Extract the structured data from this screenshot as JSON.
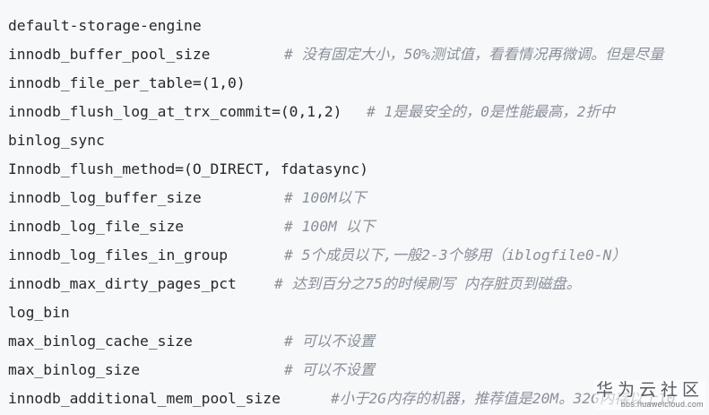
{
  "code_lines": [
    {
      "code": "default-storage-engine",
      "comment": ""
    },
    {
      "code": "innodb_buffer_pool_size",
      "comment": "# 没有固定大小，50%测试值，看看情况再微调。但是尽量"
    },
    {
      "code": "innodb_file_per_table=(1,0)",
      "comment": ""
    },
    {
      "code": "innodb_flush_log_at_trx_commit=(0,1,2)",
      "comment": "# 1是最安全的，0是性能最高，2折中"
    },
    {
      "code": "binlog_sync",
      "comment": ""
    },
    {
      "code": "Innodb_flush_method=(O_DIRECT, fdatasync)",
      "comment": ""
    },
    {
      "code": "innodb_log_buffer_size",
      "comment": "# 100M以下"
    },
    {
      "code": "innodb_log_file_size",
      "comment": "# 100M 以下"
    },
    {
      "code": "innodb_log_files_in_group",
      "comment": "# 5个成员以下,一般2-3个够用（iblogfile0-N）"
    },
    {
      "code": "innodb_max_dirty_pages_pct",
      "comment": "# 达到百分之75的时候刷写 内存脏页到磁盘。"
    },
    {
      "code": "log_bin",
      "comment": ""
    },
    {
      "code": "max_binlog_cache_size",
      "comment": "# 可以不设置"
    },
    {
      "code": "max_binlog_size",
      "comment": "# 可以不设置"
    },
    {
      "code": "innodb_additional_mem_pool_size",
      "comment": "#小于2G内存的机器，推荐值是20M。32G内存以上10"
    }
  ],
  "watermark": {
    "brand": "华为云社区",
    "url": "bbs.huaweicloud.com"
  },
  "colors": {
    "background": "#f6f8fa",
    "code_text": "#24292e",
    "comment_text": "#8a9099"
  }
}
